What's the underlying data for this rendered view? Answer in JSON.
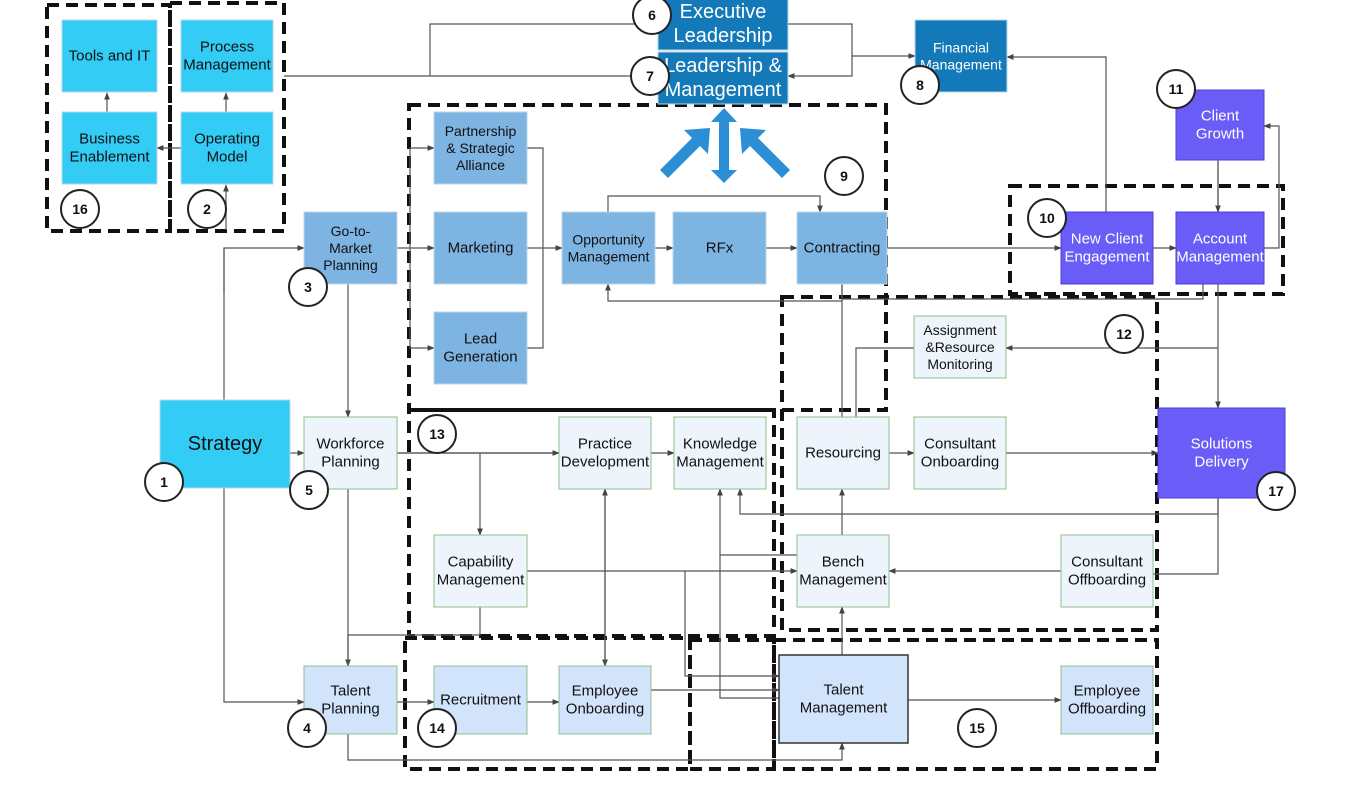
{
  "boxes": {
    "tools_it": [
      "Tools and IT"
    ],
    "process_mgmt": [
      "Process",
      "Management"
    ],
    "business_enable": [
      "Business",
      "Enablement"
    ],
    "operating_model": [
      "Operating",
      "Model"
    ],
    "exec_leadership": [
      "Executive",
      "Leadership"
    ],
    "leadership_mgmt": [
      "Leadership &",
      "Management"
    ],
    "financial_mgmt": [
      "Financial",
      "Management"
    ],
    "client_growth": [
      "Client",
      "Growth"
    ],
    "partnership": [
      "Partnership",
      "& Strategic",
      "Alliance"
    ],
    "marketing": [
      "Marketing"
    ],
    "lead_gen": [
      "Lead",
      "Generation"
    ],
    "gtm": [
      "Go-to-",
      "Market",
      "Planning"
    ],
    "opportunity": [
      "Opportunity",
      "Management"
    ],
    "rfx": [
      "RFx"
    ],
    "contracting": [
      "Contracting"
    ],
    "new_client": [
      "New Client",
      "Engagement"
    ],
    "account_mgmt": [
      "Account",
      "Management"
    ],
    "assignment": [
      "Assignment",
      "&Resource",
      "Monitoring"
    ],
    "strategy": [
      "Strategy"
    ],
    "workforce": [
      "Workforce",
      "Planning"
    ],
    "practice_dev": [
      "Practice",
      "Development"
    ],
    "knowledge": [
      "Knowledge",
      "Management"
    ],
    "resourcing": [
      "Resourcing"
    ],
    "consultant_onb": [
      "Consultant",
      "Onboarding"
    ],
    "solutions": [
      "Solutions",
      "Delivery"
    ],
    "capability": [
      "Capability",
      "Management"
    ],
    "bench": [
      "Bench",
      "Management"
    ],
    "consultant_off": [
      "Consultant",
      "Offboarding"
    ],
    "talent_planning": [
      "Talent",
      "Planning"
    ],
    "recruitment": [
      "Recruitment"
    ],
    "employee_onb": [
      "Employee",
      "Onboarding"
    ],
    "talent_mgmt": [
      "Talent",
      "Management"
    ],
    "employee_off": [
      "Employee",
      "Offboarding"
    ]
  },
  "markers": [
    "1",
    "2",
    "3",
    "4",
    "5",
    "6",
    "7",
    "8",
    "9",
    "10",
    "11",
    "12",
    "13",
    "14",
    "15",
    "16",
    "17"
  ],
  "colors": {
    "cyan": "#33ccf5",
    "dark_blue": "#1479b8",
    "mid_blue": "#7eb4e2",
    "violet": "#6a5cf6",
    "pale": "#eef4fb",
    "pale_blue": "#d2e4fb",
    "arrow_blue": "#2c8fd6"
  }
}
